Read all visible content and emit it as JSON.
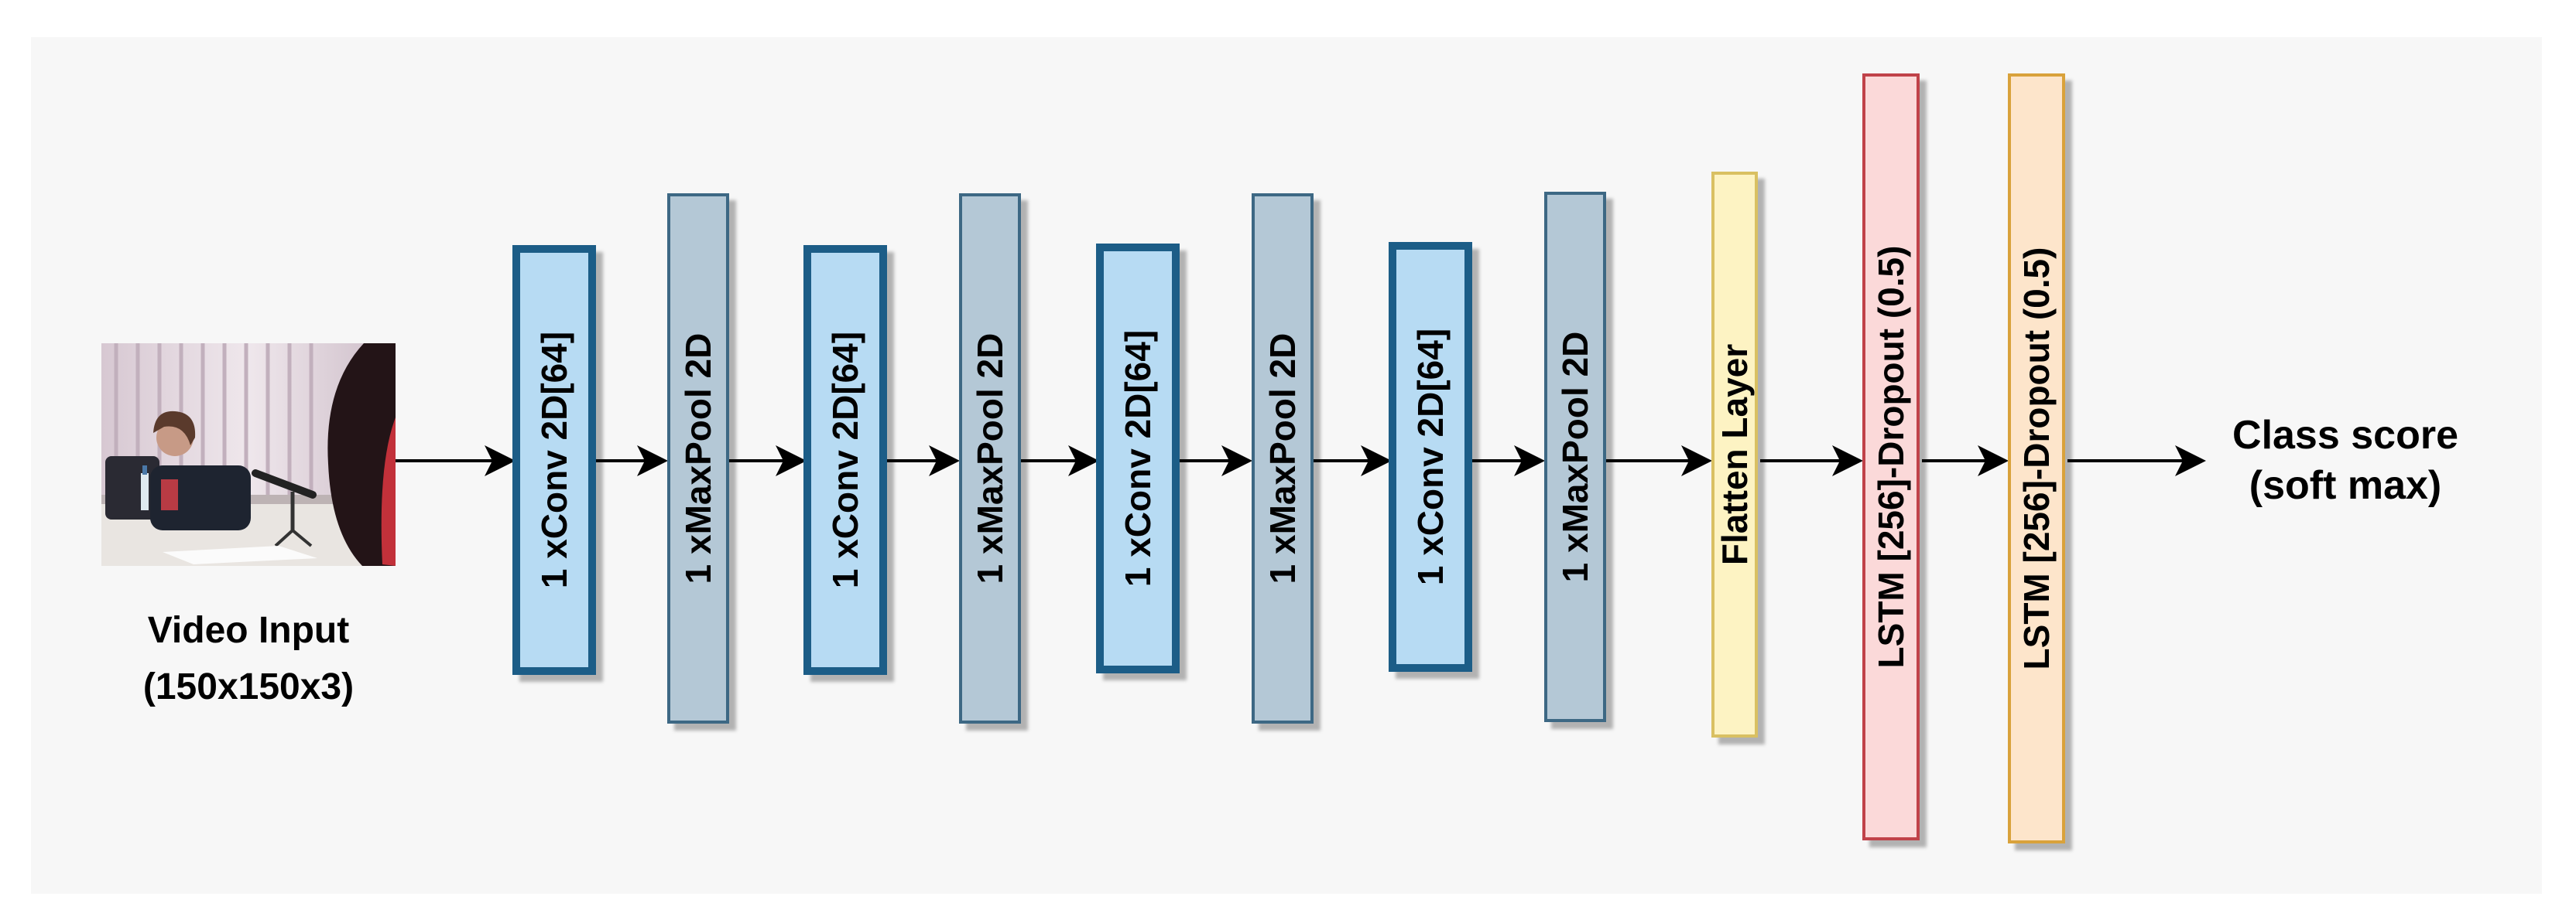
{
  "input": {
    "title": "Video Input",
    "dims": "(150x150x3)"
  },
  "layers": [
    {
      "label": "1 xConv 2D[64]",
      "kind": "conv"
    },
    {
      "label": "1 xMaxPool 2D",
      "kind": "pool"
    },
    {
      "label": "1 xConv 2D[64]",
      "kind": "conv"
    },
    {
      "label": "1 xMaxPool 2D",
      "kind": "pool"
    },
    {
      "label": "1 xConv 2D[64]",
      "kind": "conv"
    },
    {
      "label": "1 xMaxPool 2D",
      "kind": "pool"
    },
    {
      "label": "1 xConv 2D[64]",
      "kind": "conv"
    },
    {
      "label": "1 xMaxPool 2D",
      "kind": "pool"
    },
    {
      "label": "Flatten Layer",
      "kind": "flatten"
    },
    {
      "label": "LSTM [256]-Dropout (0.5)",
      "kind": "lstm-red"
    },
    {
      "label": "LSTM [256]-Dropout (0.5)",
      "kind": "lstm-orange"
    }
  ],
  "output": {
    "line1": "Class score",
    "line2": "(soft max)"
  },
  "colors": {
    "conv_fill": "#b7dbf3",
    "conv_stroke": "#1f5d87",
    "pool_fill": "#b4c8d6",
    "pool_stroke": "#3e6784",
    "flatten_fill": "#fdf3c3",
    "flatten_stroke": "#d9c062",
    "lstm_red_fill": "#fbd9d9",
    "lstm_red_stroke": "#c0424a",
    "lstm_orange_fill": "#fde5cb",
    "lstm_orange_stroke": "#d9a23a",
    "arrow": "#000000"
  }
}
